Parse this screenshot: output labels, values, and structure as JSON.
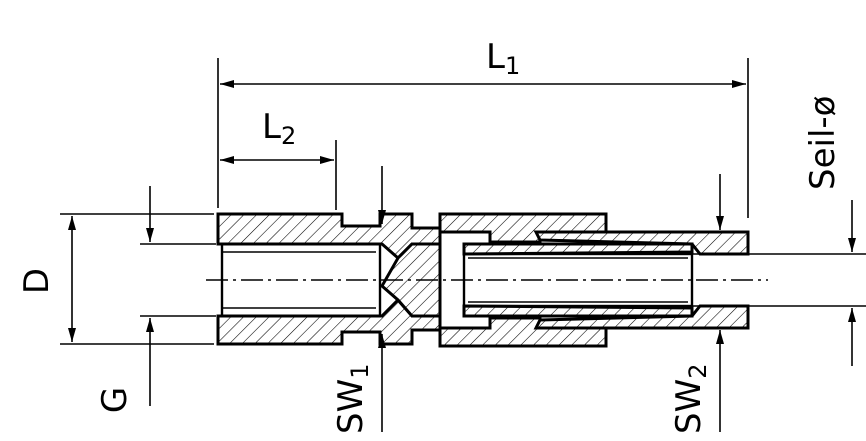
{
  "labels": {
    "l1_main": "L",
    "l1_sub": "1",
    "l2_main": "L",
    "l2_sub": "2",
    "d": "D",
    "g": "G",
    "sw1_main": "SW",
    "sw1_sub": "1",
    "sw2_main": "SW",
    "sw2_sub": "2",
    "seil": "Seil-ø"
  }
}
